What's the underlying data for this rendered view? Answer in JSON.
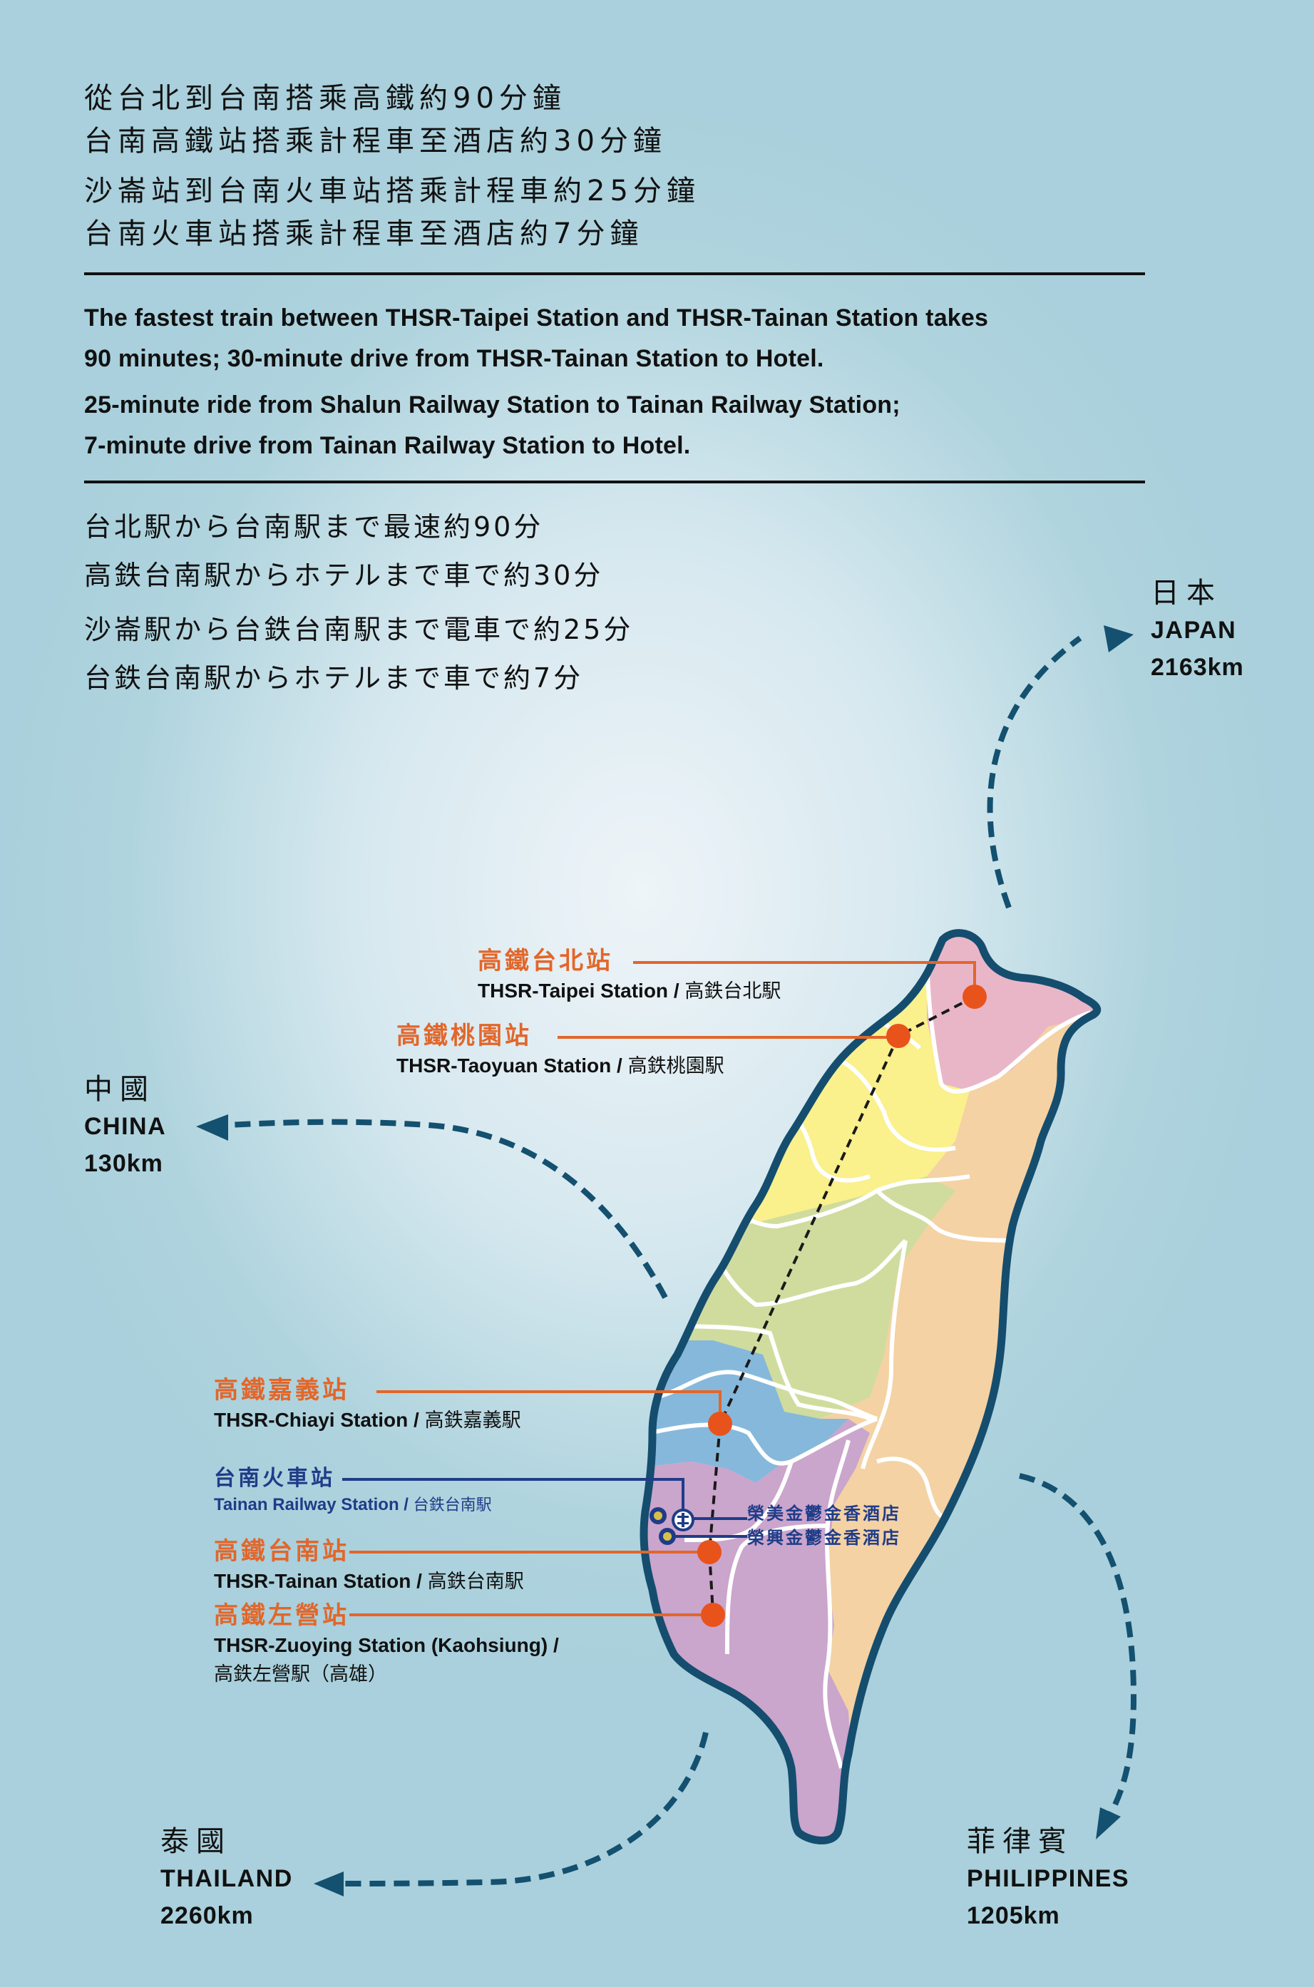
{
  "intro_zh": {
    "lines": [
      "從台北到台南搭乘高鐵約90分鐘",
      "台南高鐵站搭乘計程車至酒店約30分鐘",
      "沙崙站到台南火車站搭乘計程車約25分鐘",
      "台南火車站搭乘計程車至酒店約7分鐘"
    ]
  },
  "intro_en": {
    "lines": [
      "The fastest train between THSR-Taipei Station and THSR-Tainan Station takes",
      "90 minutes; 30-minute drive from THSR-Tainan Station to Hotel.",
      "25-minute ride from Shalun Railway Station to Tainan Railway Station;",
      "7-minute drive from Tainan Railway Station to Hotel."
    ]
  },
  "intro_jp": {
    "lines": [
      "台北駅から台南駅まで最速約90分",
      "高鉄台南駅からホテルまで車で約30分",
      "沙崙駅から台鉄台南駅まで電車で約25分",
      "台鉄台南駅からホテルまで車で約7分"
    ]
  },
  "destinations": {
    "japan": {
      "zh": "日本",
      "en": "JAPAN",
      "distance": "2163km",
      "icon": "dashed-arrow-icon"
    },
    "china": {
      "zh": "中國",
      "en": "CHINA",
      "distance": "130km",
      "icon": "dashed-arrow-icon"
    },
    "thailand": {
      "zh": "泰國",
      "en": "THAILAND",
      "distance": "2260km",
      "icon": "dashed-arrow-icon"
    },
    "philippines": {
      "zh": "菲律賓",
      "en": "PHILIPPINES",
      "distance": "1205km",
      "icon": "dashed-arrow-icon"
    }
  },
  "stations": {
    "taipei": {
      "zh": "高鐵台北站",
      "en": "THSR-Taipei Station",
      "sep": " / ",
      "jp": "高鉄台北駅",
      "icon": "station-dot-icon"
    },
    "taoyuan": {
      "zh": "高鐵桃園站",
      "en": "THSR-Taoyuan Station",
      "sep": " / ",
      "jp": "高鉄桃園駅",
      "icon": "station-dot-icon"
    },
    "chiayi": {
      "zh": "高鐵嘉義站",
      "en": "THSR-Chiayi Station",
      "sep": " / ",
      "jp": "高鉄嘉義駅",
      "icon": "station-dot-icon"
    },
    "tainan_rail": {
      "zh": "台南火車站",
      "en": "Tainan Railway Station",
      "sep": " / ",
      "jp": "台鉄台南駅",
      "icon": "railway-logo-icon"
    },
    "tainan": {
      "zh": "高鐵台南站",
      "en": "THSR-Tainan Station",
      "sep": " / ",
      "jp": "高鉄台南駅",
      "icon": "station-dot-icon"
    },
    "zuoying": {
      "zh": "高鐵左營站",
      "en": "THSR-Zuoying Station (Kaohsiung)",
      "sep": " /",
      "jp": "高鉄左營駅（高雄）",
      "icon": "station-dot-icon"
    }
  },
  "hotels": [
    {
      "name": "榮美金鬱金香酒店",
      "icon": "tulip-hotel-icon"
    },
    {
      "name": "榮興金鬱金香酒店",
      "icon": "tulip-hotel-icon"
    }
  ],
  "colors": {
    "background": "#a9d0dc",
    "orange": "#e2662a",
    "navy": "#1f3c88",
    "arrow": "#14506f",
    "coast": "#154d6e",
    "region_pink": "#e9b6c8",
    "region_yellow": "#faf08c",
    "region_green": "#cfdc9e",
    "region_blue": "#86b8dc",
    "region_purple": "#caa5cc",
    "region_peach": "#f4d2a4"
  }
}
